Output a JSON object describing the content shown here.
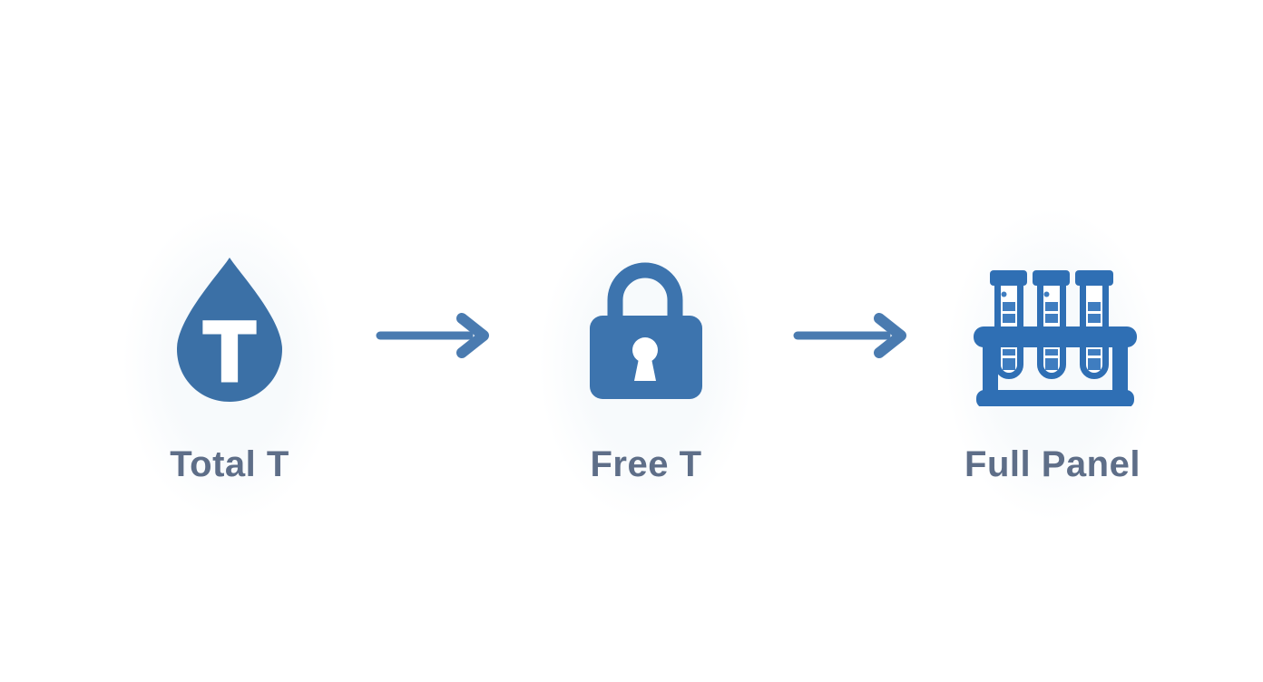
{
  "diagram": {
    "colors": {
      "background": "#ffffff",
      "droplet": "#3b70a6",
      "lock": "#3d74ae",
      "rack": "#2f6fb4",
      "rackBand": "#3f7dc0",
      "arrow": "#4a7bb0",
      "label": "#5e6e88",
      "halo": "#f7fafc"
    },
    "steps": [
      {
        "label": "Total T",
        "icon": "droplet-t-icon",
        "icon_letter": "T"
      },
      {
        "label": "Free T",
        "icon": "lock-icon"
      },
      {
        "label": "Full Panel",
        "icon": "test-tube-rack-icon"
      }
    ],
    "connectors": [
      {
        "type": "arrow-right"
      },
      {
        "type": "arrow-right"
      }
    ]
  }
}
